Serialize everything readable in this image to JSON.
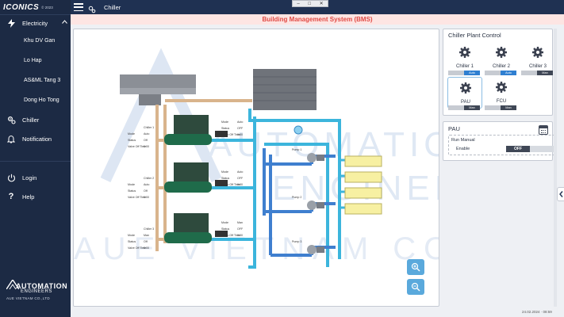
{
  "app": {
    "brand": "ICONICS",
    "copyright": "© 2023",
    "page_title": "Chiller",
    "banner": "Building Management System (BMS)",
    "window_controls": [
      "–",
      "□",
      "✕"
    ],
    "timestamp": "24.02.2024 · 08:59"
  },
  "sidebar": {
    "electricity": "Electricity",
    "sub_items": [
      "Khu DV Gan",
      "Lo Hap",
      "AS&ML Tang 3",
      "Dong Ho Tong"
    ],
    "chiller": "Chiller",
    "notification": "Notification",
    "login": "Login",
    "help": "Help",
    "logo_line1": "AUTOMATION",
    "logo_line2": "ENGINEERS",
    "logo_line3": "AUE VIETNAM CO.,LTD"
  },
  "diagram": {
    "watermark_line1": "AUTOMATION",
    "watermark_line2": "ENGINEERS",
    "watermark_line3": "AUE VIETNAM CO.,LTD",
    "chillers": [
      {
        "name": "Chiller 1",
        "labels": [
          "Mode",
          "Status",
          "Valve Off Time"
        ],
        "values": [
          "Auto",
          "Off",
          "0:00"
        ],
        "right_labels": [
          "Mode",
          "Status",
          "Pump Off Time"
        ],
        "right_values": [
          "Auto",
          "OFF",
          "0:00"
        ]
      },
      {
        "name": "Chiller 2",
        "labels": [
          "Mode",
          "Status",
          "Valve Off Time"
        ],
        "values": [
          "Auto",
          "Off",
          "0:00"
        ],
        "right_labels": [
          "Mode",
          "Status",
          "Pump Off Time"
        ],
        "right_values": [
          "Auto",
          "OFF",
          "0:00"
        ]
      },
      {
        "name": "Chiller 3",
        "labels": [
          "Mode",
          "Status",
          "Valve Off Time"
        ],
        "values": [
          "Man",
          "Off",
          "0:00"
        ],
        "right_labels": [
          "Mode",
          "Status",
          "Pump Off Time"
        ],
        "right_values": [
          "Man",
          "OFF",
          "0:00"
        ]
      }
    ],
    "pumps": [
      "Pump 1",
      "Pump 2",
      "Pump 3"
    ],
    "zoom_in_icon": "zoom-in-icon",
    "zoom_out_icon": "zoom-out-icon"
  },
  "plant": {
    "title": "Chiller Plant Control",
    "units": [
      {
        "label": "Chiller 1",
        "mode": "Auto",
        "color": "#2f7fd1"
      },
      {
        "label": "Chiller 2",
        "mode": "Auto",
        "color": "#2f7fd1"
      },
      {
        "label": "Chiller 3",
        "mode": "Man",
        "color": "#3f4756"
      },
      {
        "label": "PAU",
        "mode": "Man",
        "color": "#3f4756"
      },
      {
        "label": "FCU",
        "mode": "Man",
        "color": "#3f4756"
      }
    ]
  },
  "pau": {
    "title": "PAU",
    "run_manual": "Run Manual",
    "enable": "Enable",
    "toggle": "OFF"
  }
}
